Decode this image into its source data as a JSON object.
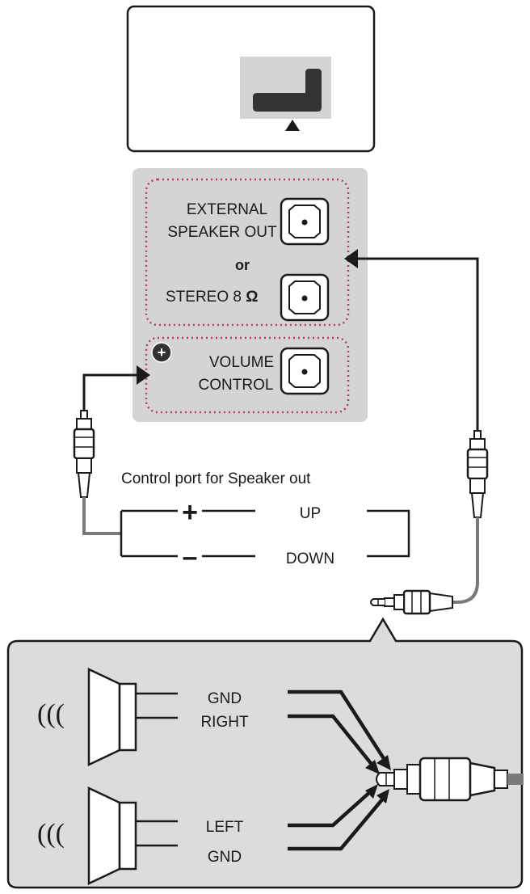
{
  "panel": {
    "external_speaker_out": [
      "EXTERNAL",
      "SPEAKER OUT"
    ],
    "or_label": "or",
    "stereo_label": "STEREO 8",
    "ohm_symbol": "Ω",
    "plus_badge": "+",
    "volume_control": [
      "VOLUME",
      "CONTROL"
    ]
  },
  "control_port": {
    "title": "Control port for Speaker out",
    "plus_symbol": "+",
    "minus_symbol": "–",
    "up_label": "UP",
    "down_label": "DOWN"
  },
  "wiring": {
    "gnd_top": "GND",
    "right": "RIGHT",
    "left": "LEFT",
    "gnd_bottom": "GND",
    "sound_waves": "(((",
    "sound_waves_bottom": "((("
  },
  "colors": {
    "panel_gray": "#d4d4d4",
    "dotted_border": "#b4386a",
    "line": "#1a1a1a",
    "cable_gray": "#7a7a7a"
  }
}
